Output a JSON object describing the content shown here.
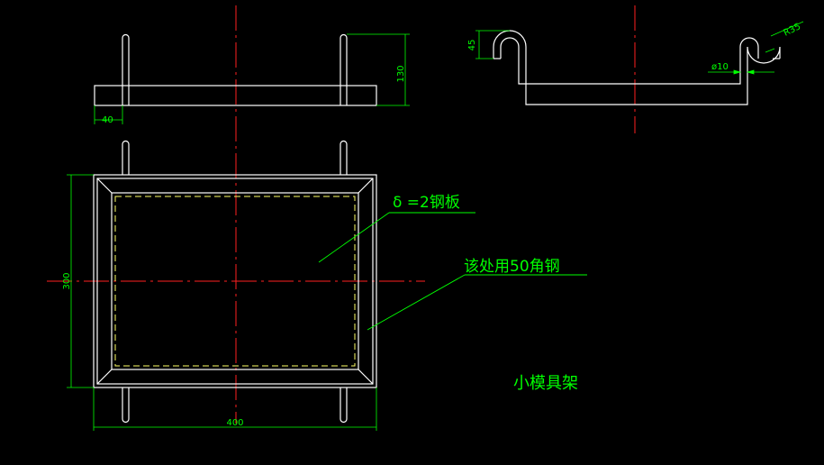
{
  "drawing": {
    "title": "小模具架",
    "notes": {
      "plate": "δ =2钢板",
      "angle_steel": "该处用50角钢"
    },
    "dimensions": {
      "top_side_height": "130",
      "top_side_foot": "40",
      "hook_height": "45",
      "hook_radius": "R35",
      "rod_diameter": "ø10",
      "plan_height": "300",
      "plan_width": "400"
    },
    "colors": {
      "background": "#000000",
      "outline": "#ffffff",
      "dimension": "#00ff00",
      "centerline": "#ff0000",
      "hidden": "#ffff66"
    }
  }
}
